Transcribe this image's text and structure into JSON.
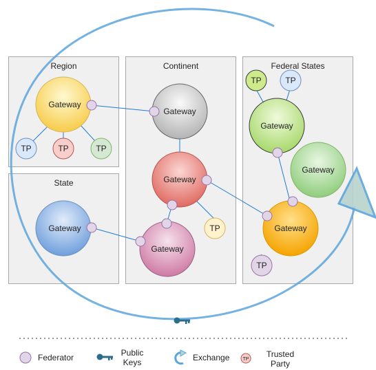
{
  "panels": {
    "region": "Region",
    "continent": "Continent",
    "federal_states": "Federal States",
    "state": "State"
  },
  "nodes": {
    "gateway": "Gateway",
    "tp": "TP"
  },
  "legend": {
    "federator": "Federator",
    "public_keys": "Public\nKeys",
    "exchange": "Exchange",
    "trusted_party": "Trusted\nParty",
    "tp_icon": "TP"
  },
  "colors": {
    "panel_bg": "#f0f0f0",
    "link": "#1f7ad6",
    "exchange_arrow": "#5aa5dc",
    "federator": "#e1d5e7"
  }
}
